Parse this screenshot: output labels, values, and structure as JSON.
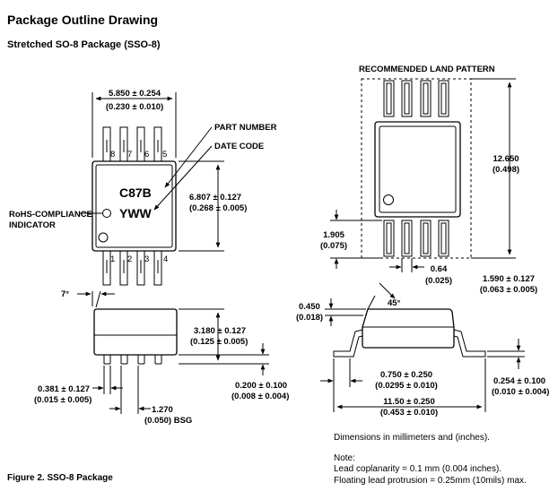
{
  "header": {
    "title": "Package Outline Drawing",
    "subtitle": "Stretched SO-8 Package (SSO-8)"
  },
  "top_view": {
    "width_mm": "5.850 ± 0.254",
    "width_in": "(0.230 ± 0.010)",
    "height_mm": "6.807 ± 0.127",
    "height_in": "(0.268 ± 0.005)",
    "part_number_label": "PART NUMBER",
    "date_code_label": "DATE CODE",
    "rohs_label_line1": "RoHS-COMPLIANCE",
    "rohs_label_line2": "INDICATOR",
    "marking_line1": "C87B",
    "marking_line2": "YWW",
    "pin_top_8": "8",
    "pin_top_7": "7",
    "pin_top_6": "6",
    "pin_top_5": "5",
    "pin_bot_1": "1",
    "pin_bot_2": "2",
    "pin_bot_3": "3",
    "pin_bot_4": "4"
  },
  "land_pattern": {
    "title": "RECOMMENDED LAND PATTERN",
    "height_mm": "12.650",
    "height_in": "(0.498)",
    "pad_len_mm": "1.905",
    "pad_len_in": "(0.075)",
    "pad_w_mm": "0.64",
    "pad_w_in": "(0.025)",
    "pitch_mm": "1.590 ± 0.127",
    "pitch_in": "(0.063 ± 0.005)"
  },
  "side_view": {
    "angle": "7°",
    "height_mm": "3.180 ± 0.127",
    "height_in": "(0.125 ± 0.005)",
    "standoff_mm": "0.200 ± 0.100",
    "standoff_in": "(0.008 ± 0.004)",
    "lead_w_mm": "0.381 ± 0.127",
    "lead_w_in": "(0.015 ± 0.005)",
    "pitch_mm": "1.270",
    "pitch_in": "(0.050) BSG"
  },
  "end_view": {
    "angle": "45°",
    "chamfer_mm": "0.450",
    "chamfer_in": "(0.018)",
    "foot_mm": "0.750 ± 0.250",
    "foot_in": "(0.0295 ± 0.010)",
    "overall_mm": "11.50 ± 0.250",
    "overall_in": "(0.453 ± 0.010)",
    "lead_t_mm": "0.254 ± 0.100",
    "lead_t_in": "(0.010 ± 0.004)"
  },
  "notes": {
    "units": "Dimensions in millimeters and (inches).",
    "note_title": "Note:",
    "note_1": "Lead coplanarity = 0.1 mm (0.004 inches).",
    "note_2": "Floating lead protrusion = 0.25mm (10mils) max."
  },
  "caption": "Figure 2. SSO-8 Package"
}
